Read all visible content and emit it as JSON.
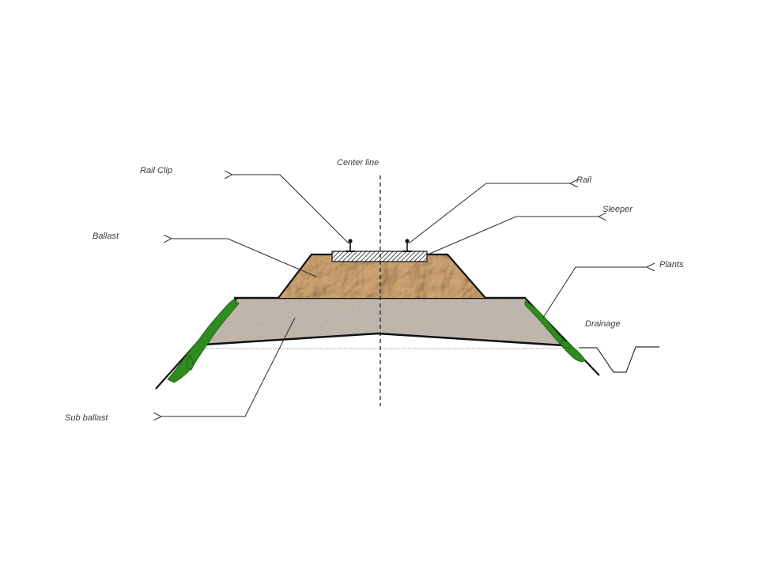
{
  "diagram": {
    "labels": {
      "center_line": "Center line",
      "rail_clip": "Rail Clip",
      "rail": "Rail",
      "sleeper": "Sleeper",
      "ballast": "Ballast",
      "plants": "Plants",
      "drainage": "Drainage",
      "sub_ballast": "Sub ballast"
    },
    "colors": {
      "ballast": "#b58a5c",
      "sub_ballast": "#b3a89c",
      "plants": "#2e8b1e",
      "outline": "#111111"
    }
  }
}
